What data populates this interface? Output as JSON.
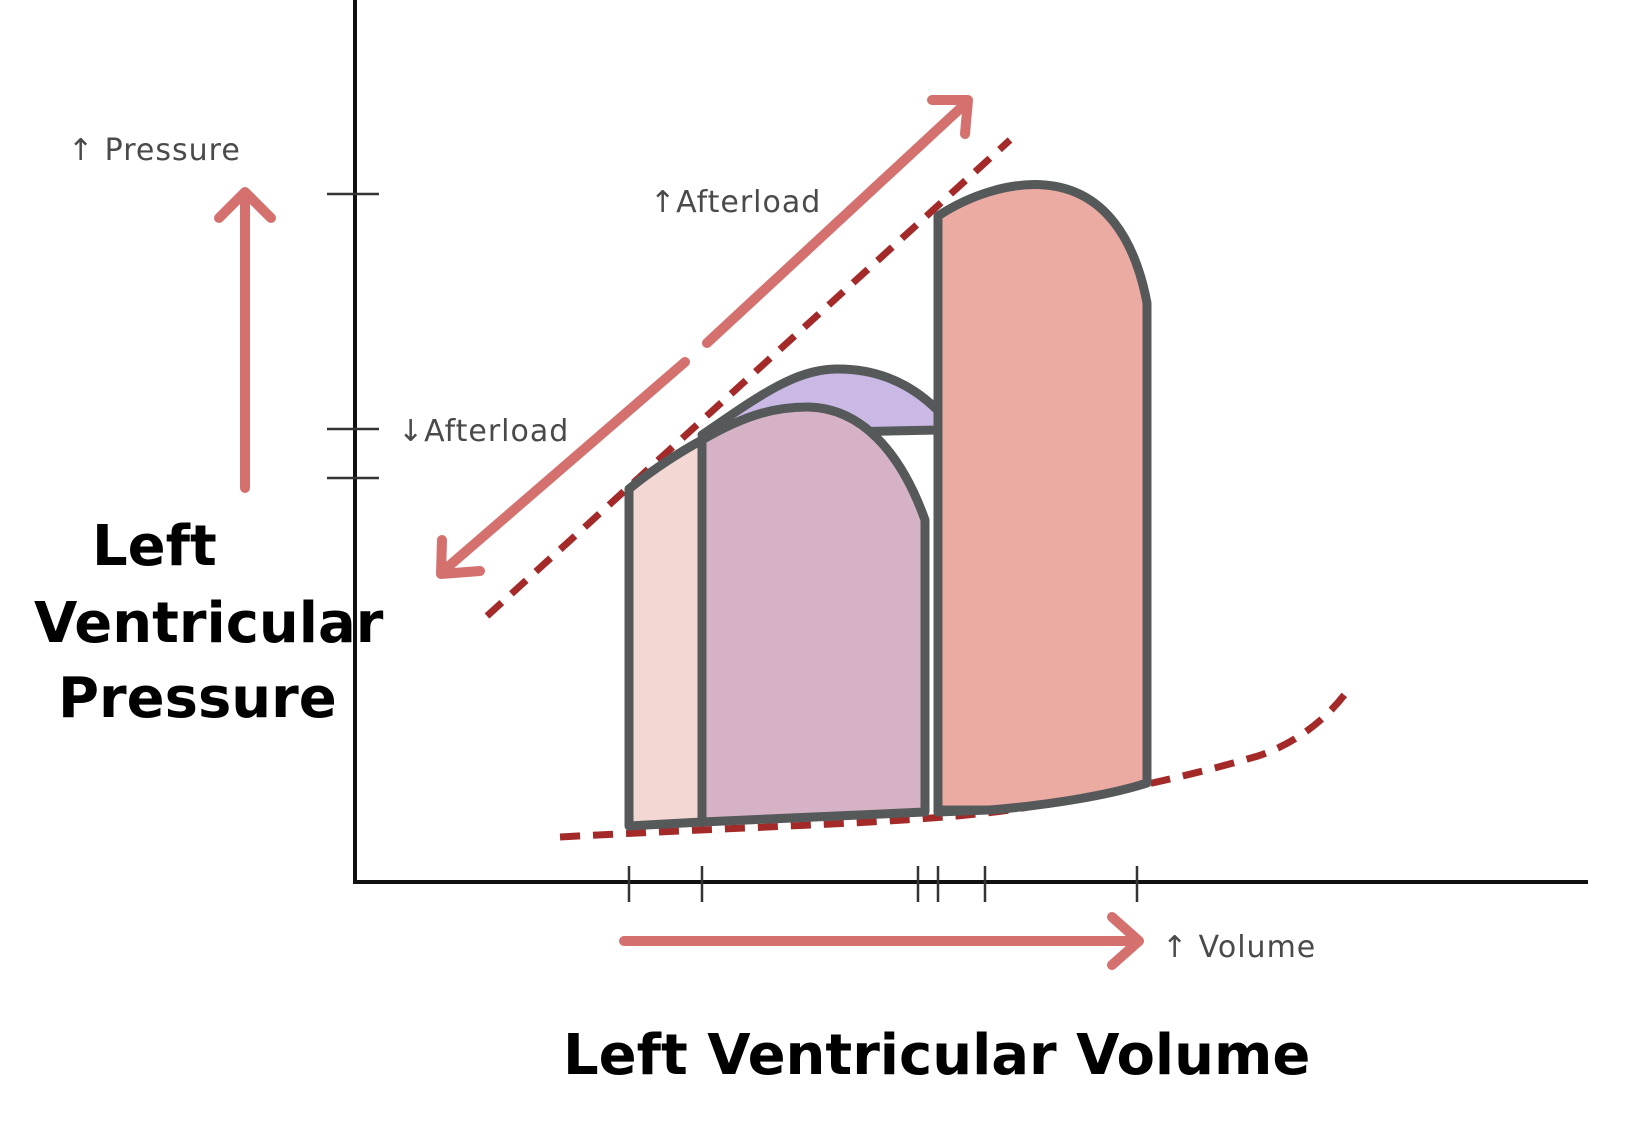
{
  "labels": {
    "y_axis_title_line1": "Left",
    "y_axis_title_line2": "Ventricular",
    "y_axis_title_line3": "Pressure",
    "x_axis_title": "Left Ventricular Volume",
    "pressure_increase": "↑ Pressure",
    "volume_increase": "↑ Volume",
    "afterload_increase": "↑Afterload",
    "afterload_decrease": "↓Afterload"
  },
  "colors": {
    "arrow": "#d4706e",
    "dashed_line": "#a42a2a",
    "loop_outline": "#56595a",
    "loop_baseline_fill": "#f3d7d3",
    "loop_low_afterload_fill": "#d5b2c6",
    "loop_purple_fill": "#cab9e4",
    "loop_dark_pink_fill": "#cc8294",
    "loop_high_afterload_fill": "#ebaba2"
  }
}
